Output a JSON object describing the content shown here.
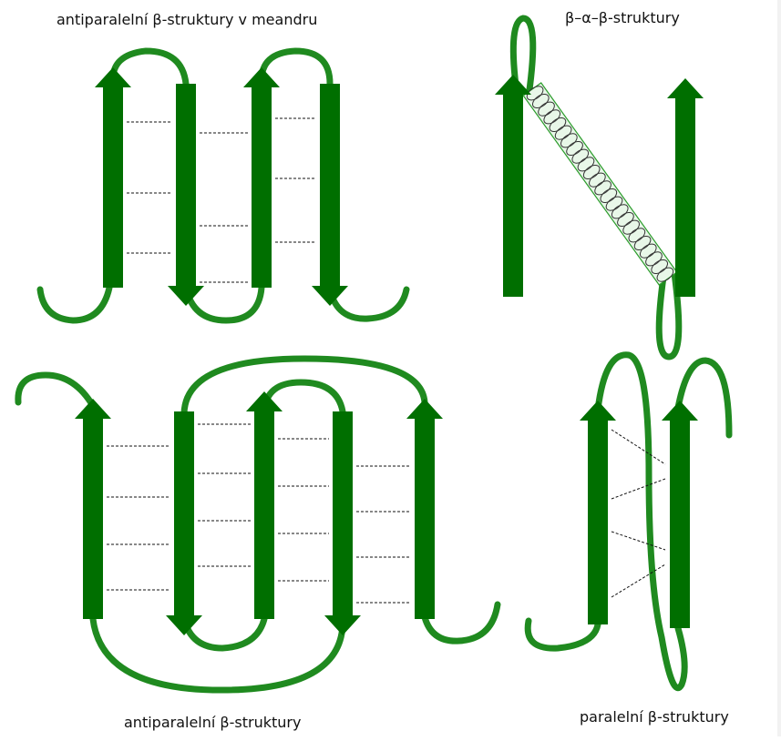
{
  "labels": {
    "meander": "antiparalelní β-struktury v meandru",
    "beta_alpha_beta": "β–α–β-struktury",
    "antiparallel": "antiparalelní  β-struktury",
    "parallel": "paralelní β-struktury"
  },
  "colors": {
    "strand": "#006f00",
    "loop": "#1f8a1f",
    "helix_fill": "#e8f7e8",
    "helix_border": "#2c9c2c",
    "helix_coil": "#333333",
    "hbond": "#111111"
  }
}
